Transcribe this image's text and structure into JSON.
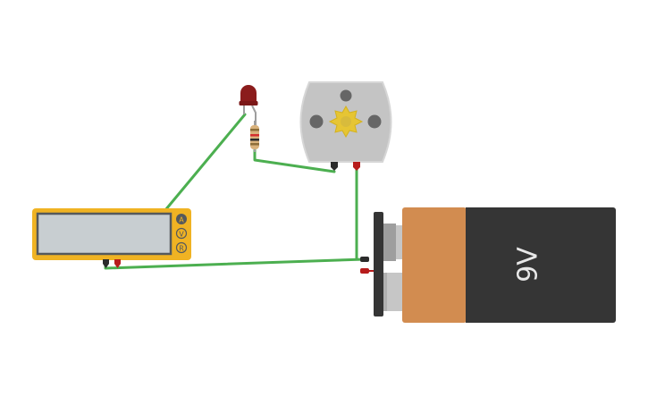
{
  "app": {
    "title": ""
  },
  "colors": {
    "background": "#ffffff",
    "wire": "#4caf50",
    "multimeter_body": "#f0b323",
    "multimeter_screen": "#c8ced1",
    "battery_copper": "#d28c50",
    "battery_black": "#353535",
    "motor_body": "#c4c4c4",
    "motor_gear": "#e6c534",
    "led": "#8b1c1c",
    "terminal_red": "#b71c1c",
    "terminal_black": "#2b2b2b"
  },
  "components": {
    "multimeter": {
      "mode_buttons": [
        "A",
        "V",
        "R"
      ]
    },
    "battery": {
      "label": "9V"
    },
    "led": {
      "icon": "led-icon"
    },
    "resistor": {
      "icon": "resistor-icon"
    },
    "motor": {
      "icon": "dc-motor-icon"
    }
  }
}
